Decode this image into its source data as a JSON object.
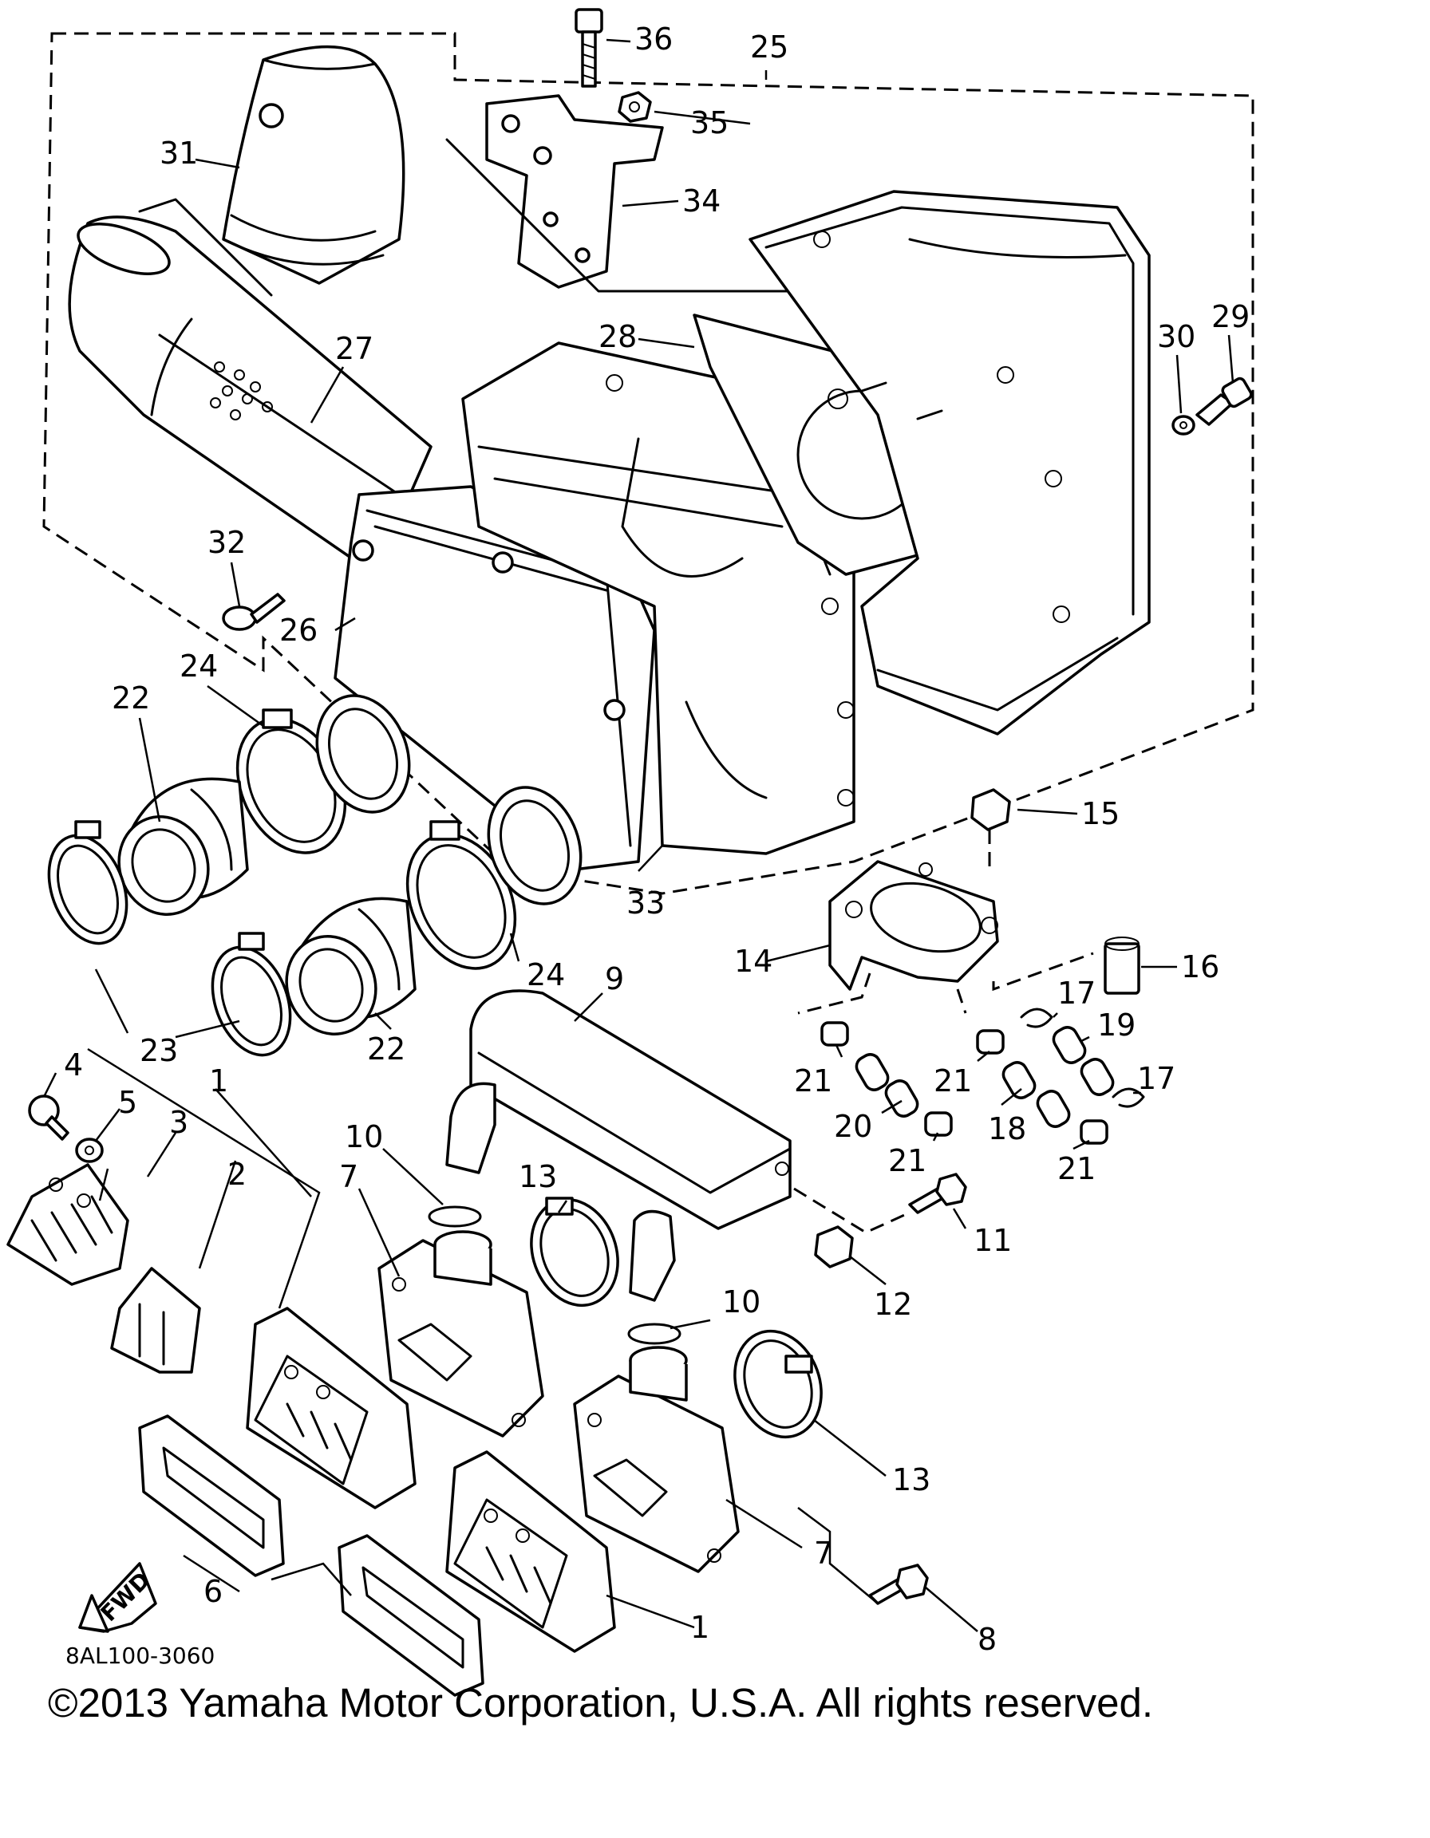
{
  "diagram_code": "8AL100-3060",
  "copyright": "©2013 Yamaha Motor Corporation, U.S.A. All rights reserved.",
  "fwd_label": "FWD",
  "callouts": {
    "n1a": "1",
    "n1b": "1",
    "n2": "2",
    "n3": "3",
    "n4": "4",
    "n5": "5",
    "n6": "6",
    "n7a": "7",
    "n7b": "7",
    "n8": "8",
    "n9": "9",
    "n10a": "10",
    "n10b": "10",
    "n11": "11",
    "n12": "12",
    "n13a": "13",
    "n13b": "13",
    "n14": "14",
    "n15": "15",
    "n16": "16",
    "n17a": "17",
    "n17b": "17",
    "n18": "18",
    "n19": "19",
    "n20": "20",
    "n21a": "21",
    "n21b": "21",
    "n21c": "21",
    "n21d": "21",
    "n22a": "22",
    "n22b": "22",
    "n23": "23",
    "n24a": "24",
    "n24b": "24",
    "n25": "25",
    "n26": "26",
    "n27": "27",
    "n28": "28",
    "n29": "29",
    "n30": "30",
    "n31": "31",
    "n32": "32",
    "n33": "33",
    "n34": "34",
    "n35": "35",
    "n36": "36"
  }
}
